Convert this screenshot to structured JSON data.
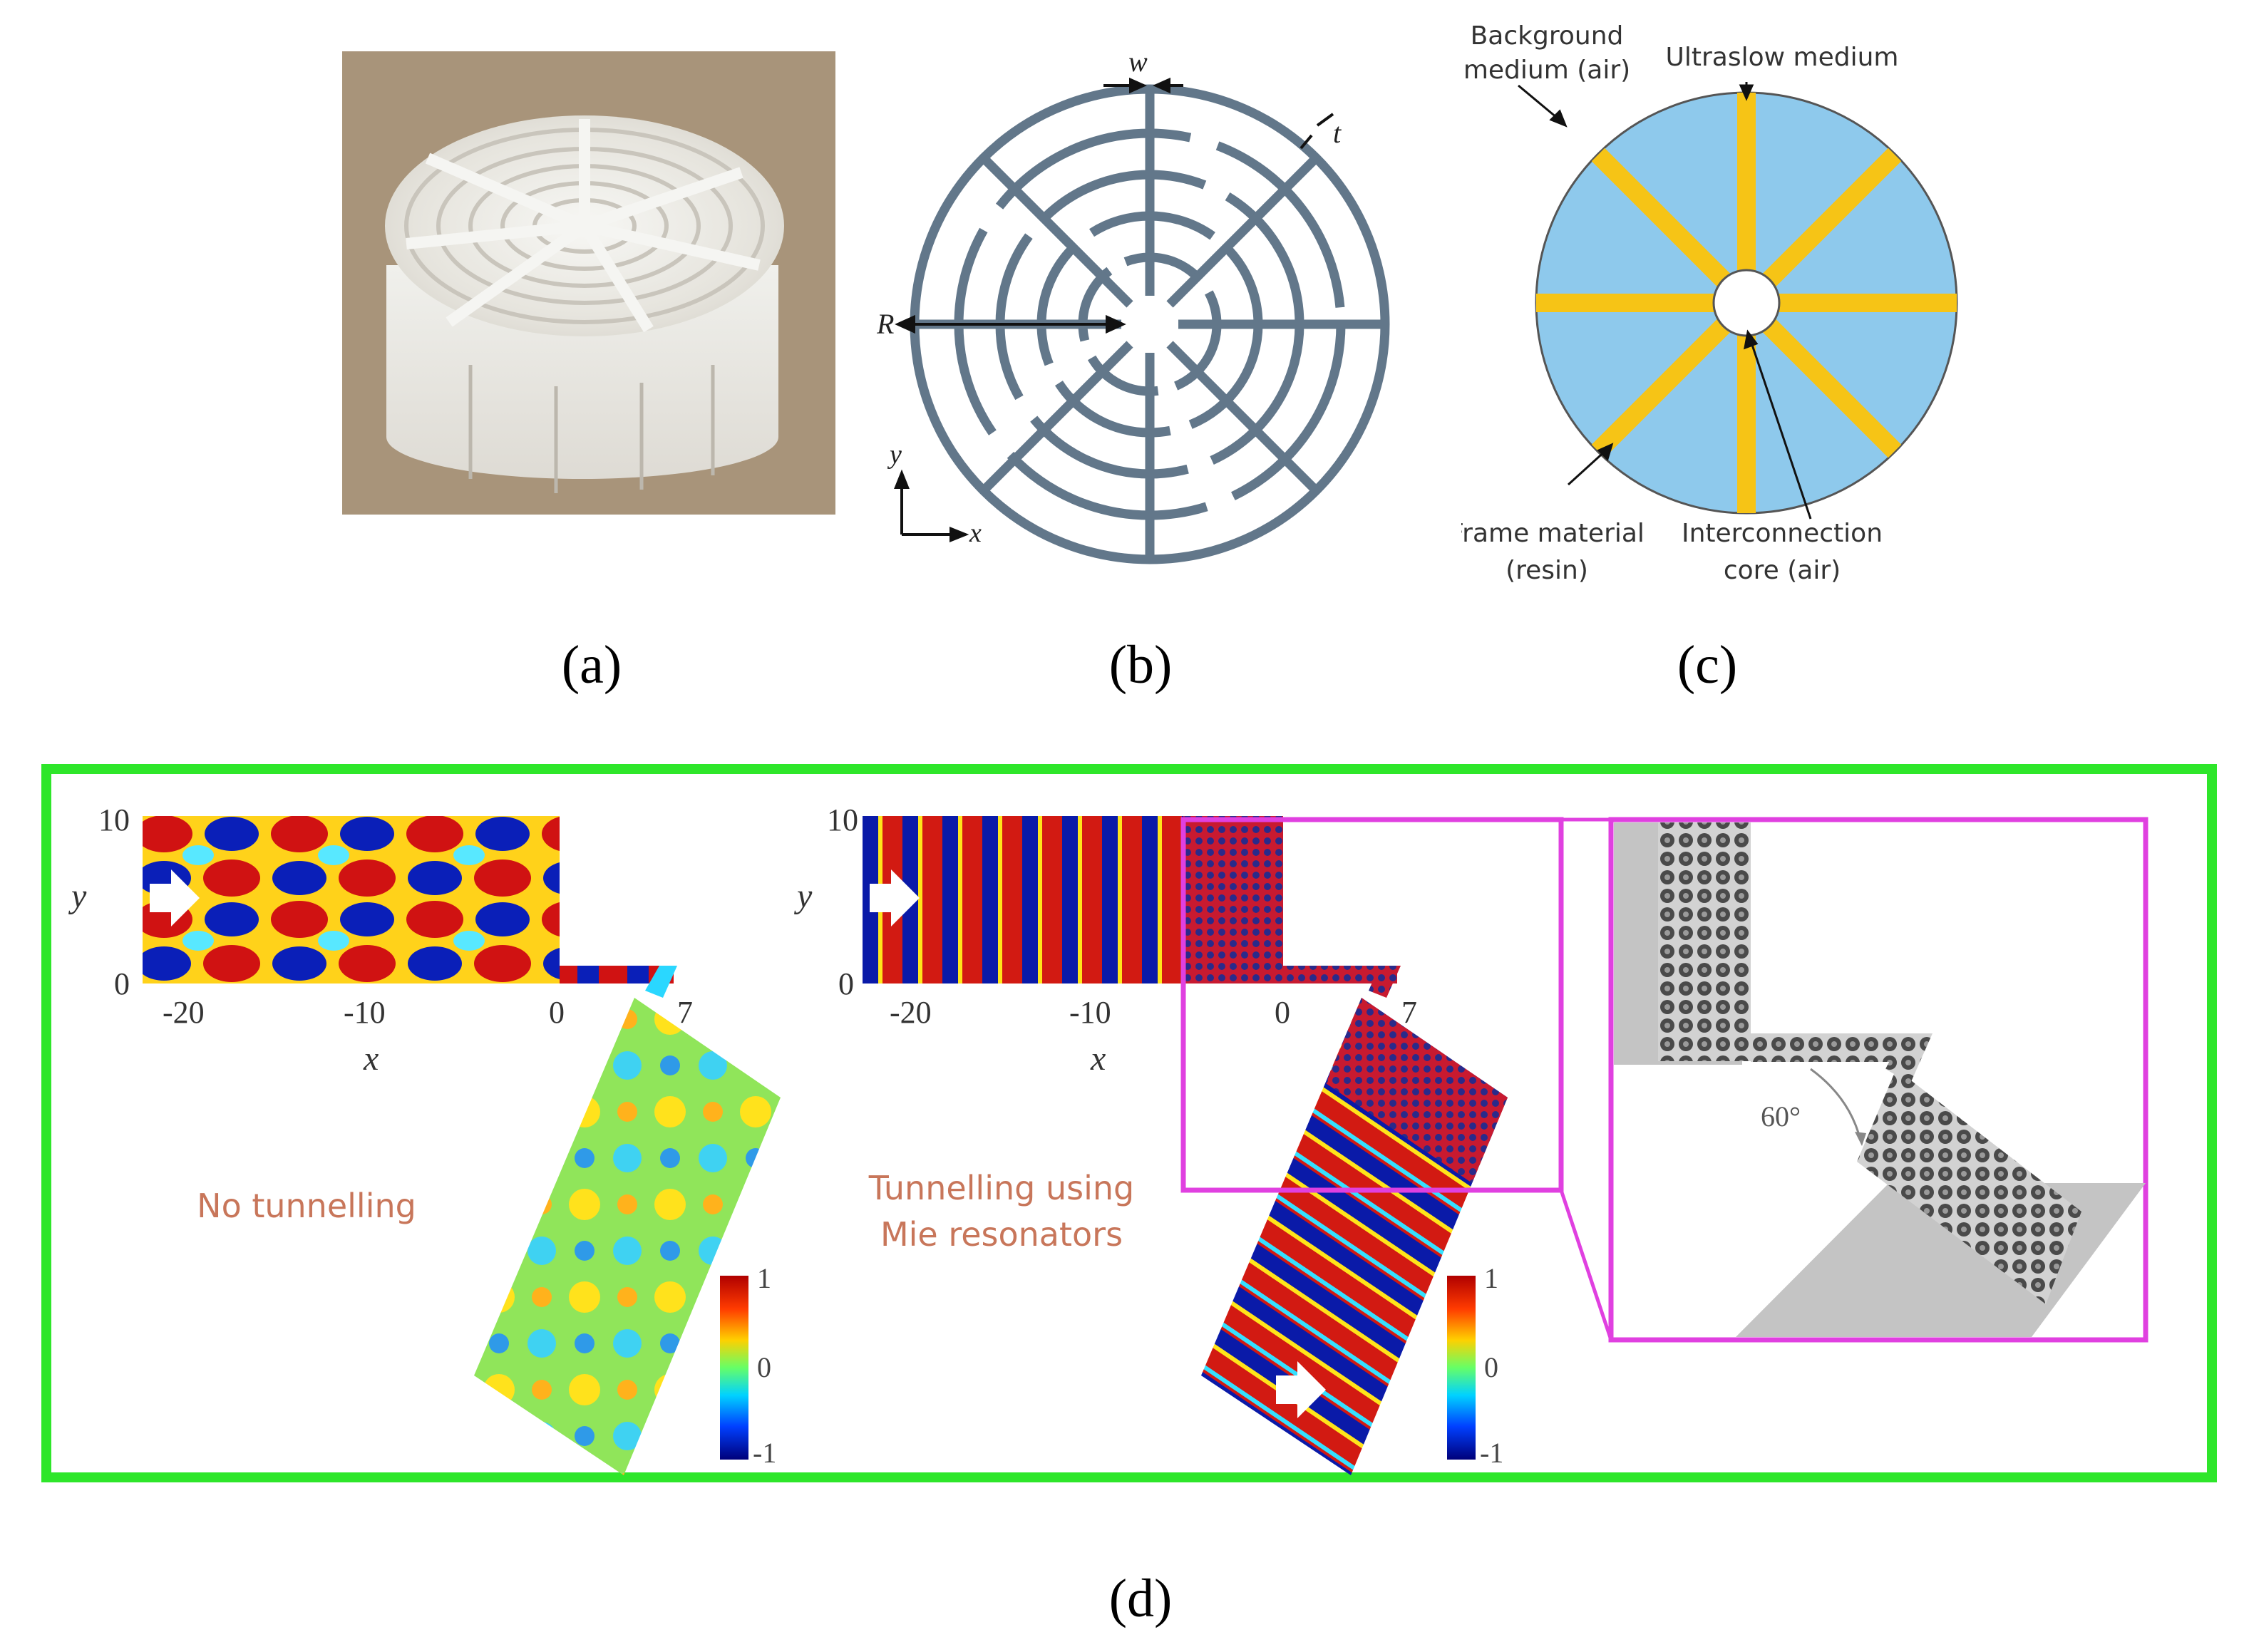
{
  "captions": {
    "a": "(a)",
    "b": "(b)",
    "c": "(c)",
    "d": "(d)"
  },
  "panel_b": {
    "label_w": "w",
    "label_t": "t",
    "label_R": "R",
    "axis_y": "y",
    "axis_x": "x"
  },
  "panel_c": {
    "background_label": [
      "Background",
      "medium (air)"
    ],
    "ultraslow_label": "Ultraslow medium",
    "frame_label": [
      "Frame material",
      "(resin)"
    ],
    "core_label": [
      "Interconnection",
      "core (air)"
    ],
    "colors": {
      "medium": "#8ec9ec",
      "frame": "#f6c416"
    }
  },
  "panel_d": {
    "left": {
      "y_ticks": [
        "10",
        "0"
      ],
      "x_ticks": [
        "-20",
        "-10",
        "0",
        "7"
      ],
      "ylabel": "y",
      "xlabel": "x",
      "note": "No tunnelling",
      "colorbar_ticks": [
        "1",
        "0",
        "-1"
      ]
    },
    "middle": {
      "y_ticks": [
        "10",
        "0"
      ],
      "x_ticks": [
        "-20",
        "-10",
        "0",
        "7"
      ],
      "ylabel": "y",
      "xlabel": "x",
      "note": [
        "Tunnelling using",
        "Mie resonators"
      ],
      "colorbar_ticks": [
        "1",
        "0",
        "-1"
      ]
    },
    "inset": {
      "angle_label": "60°"
    },
    "colors": {
      "frame": "#2ee62a",
      "zoom": "#e040e0"
    }
  }
}
